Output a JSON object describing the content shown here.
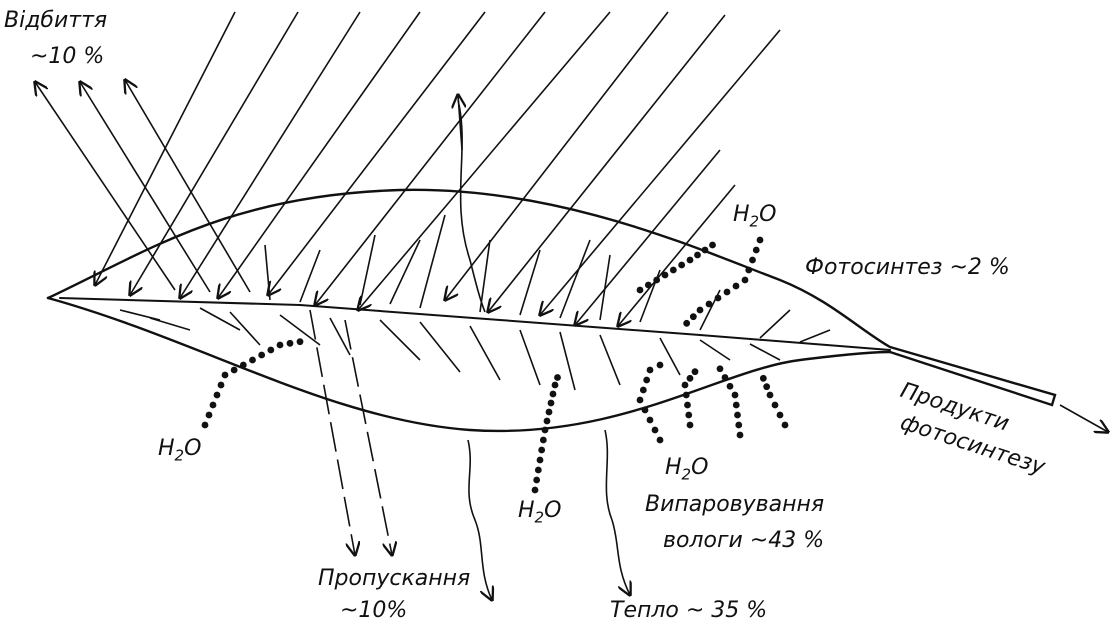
{
  "labels": {
    "reflection": "Відбиття",
    "reflection_value": "~10 %",
    "photosynthesis": "Фотосинтез ~2 %",
    "products_line1": "Продукти",
    "products_line2": "фотосинтезу",
    "evaporation_line1": "Випаровування",
    "evaporation_line2": "вологи ~43 %",
    "heat": "Тепло ~ 35 %",
    "transmission": "Пропускання",
    "transmission_value": "~10%",
    "water_h": "H",
    "water_2": "2",
    "water_o": "O"
  },
  "colors": {
    "ink": "#111111",
    "background": "#ffffff"
  }
}
